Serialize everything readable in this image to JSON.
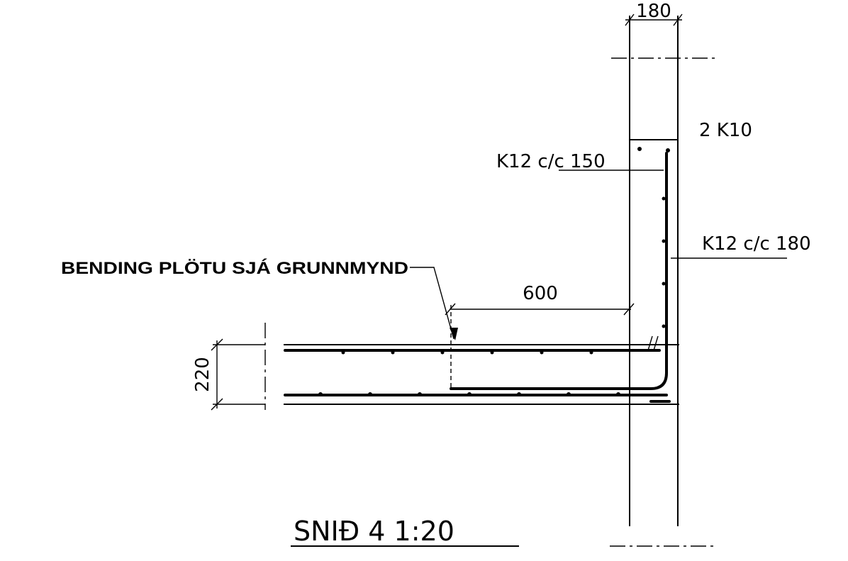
{
  "drawing": {
    "title": "SNIÐ 4 1:20",
    "dimensions": {
      "wall_thickness": "180",
      "slab_thickness": "220",
      "lap_length": "600"
    },
    "labels": {
      "top_bars": "2 K10",
      "inner_bars": "K12 c/c 150",
      "outer_bars": "K12 c/c 180",
      "slab_note": "BENDING PLÖTU SJÁ GRUNNMYND"
    }
  }
}
